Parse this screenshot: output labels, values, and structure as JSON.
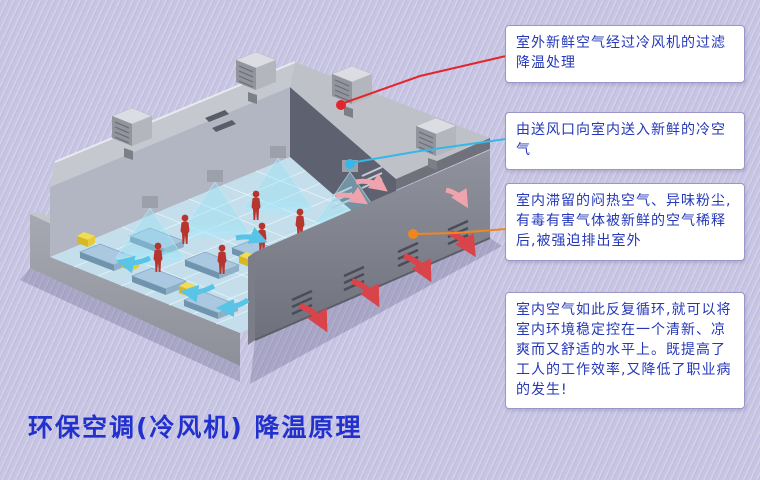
{
  "title": {
    "text": "环保空调(冷风机) 降温原理",
    "color": "#2231cd"
  },
  "callouts": [
    {
      "id": "outdoor-air",
      "text": "室外新鲜空气经过冷风机的过滤降温处理",
      "connector_color": "#e2262c",
      "marker": "red-dot"
    },
    {
      "id": "supply-air",
      "text": "由送风口向室内送入新鲜的冷空气",
      "connector_color": "#35b8e8",
      "marker": "cyan-dot"
    },
    {
      "id": "exhaust-air",
      "text": "室内滞留的闷热空气、异味粉尘,有毒有害气体被新鲜的空气稀释后,被强迫排出室外",
      "connector_color": "#f0861e",
      "marker": "orange-dot"
    },
    {
      "id": "circulation",
      "text": "室内空气如此反复循环,就可以将室内环境稳定控在一个清新、凉爽而又舒适的水平上。既提高了工人的工作效率,又降低了职业病的发生!",
      "connector_color": null,
      "marker": null
    }
  ],
  "colors": {
    "background": "#c8c5e4",
    "callout_border": "#9a96c8",
    "callout_text": "#2438b8",
    "connector_red": "#e2262c",
    "connector_cyan": "#35b8e8",
    "connector_orange": "#f0861e",
    "exhaust_arrow": "#d9434a",
    "supply_arrow": "#57c4e8"
  },
  "diagram": {
    "name": "evaporative-cooling-warehouse-illustration",
    "elements": [
      "rooftop-cooling-units",
      "supply-air-cones",
      "workers",
      "workbenches",
      "exhaust-air-arrows",
      "wall-vents"
    ]
  }
}
